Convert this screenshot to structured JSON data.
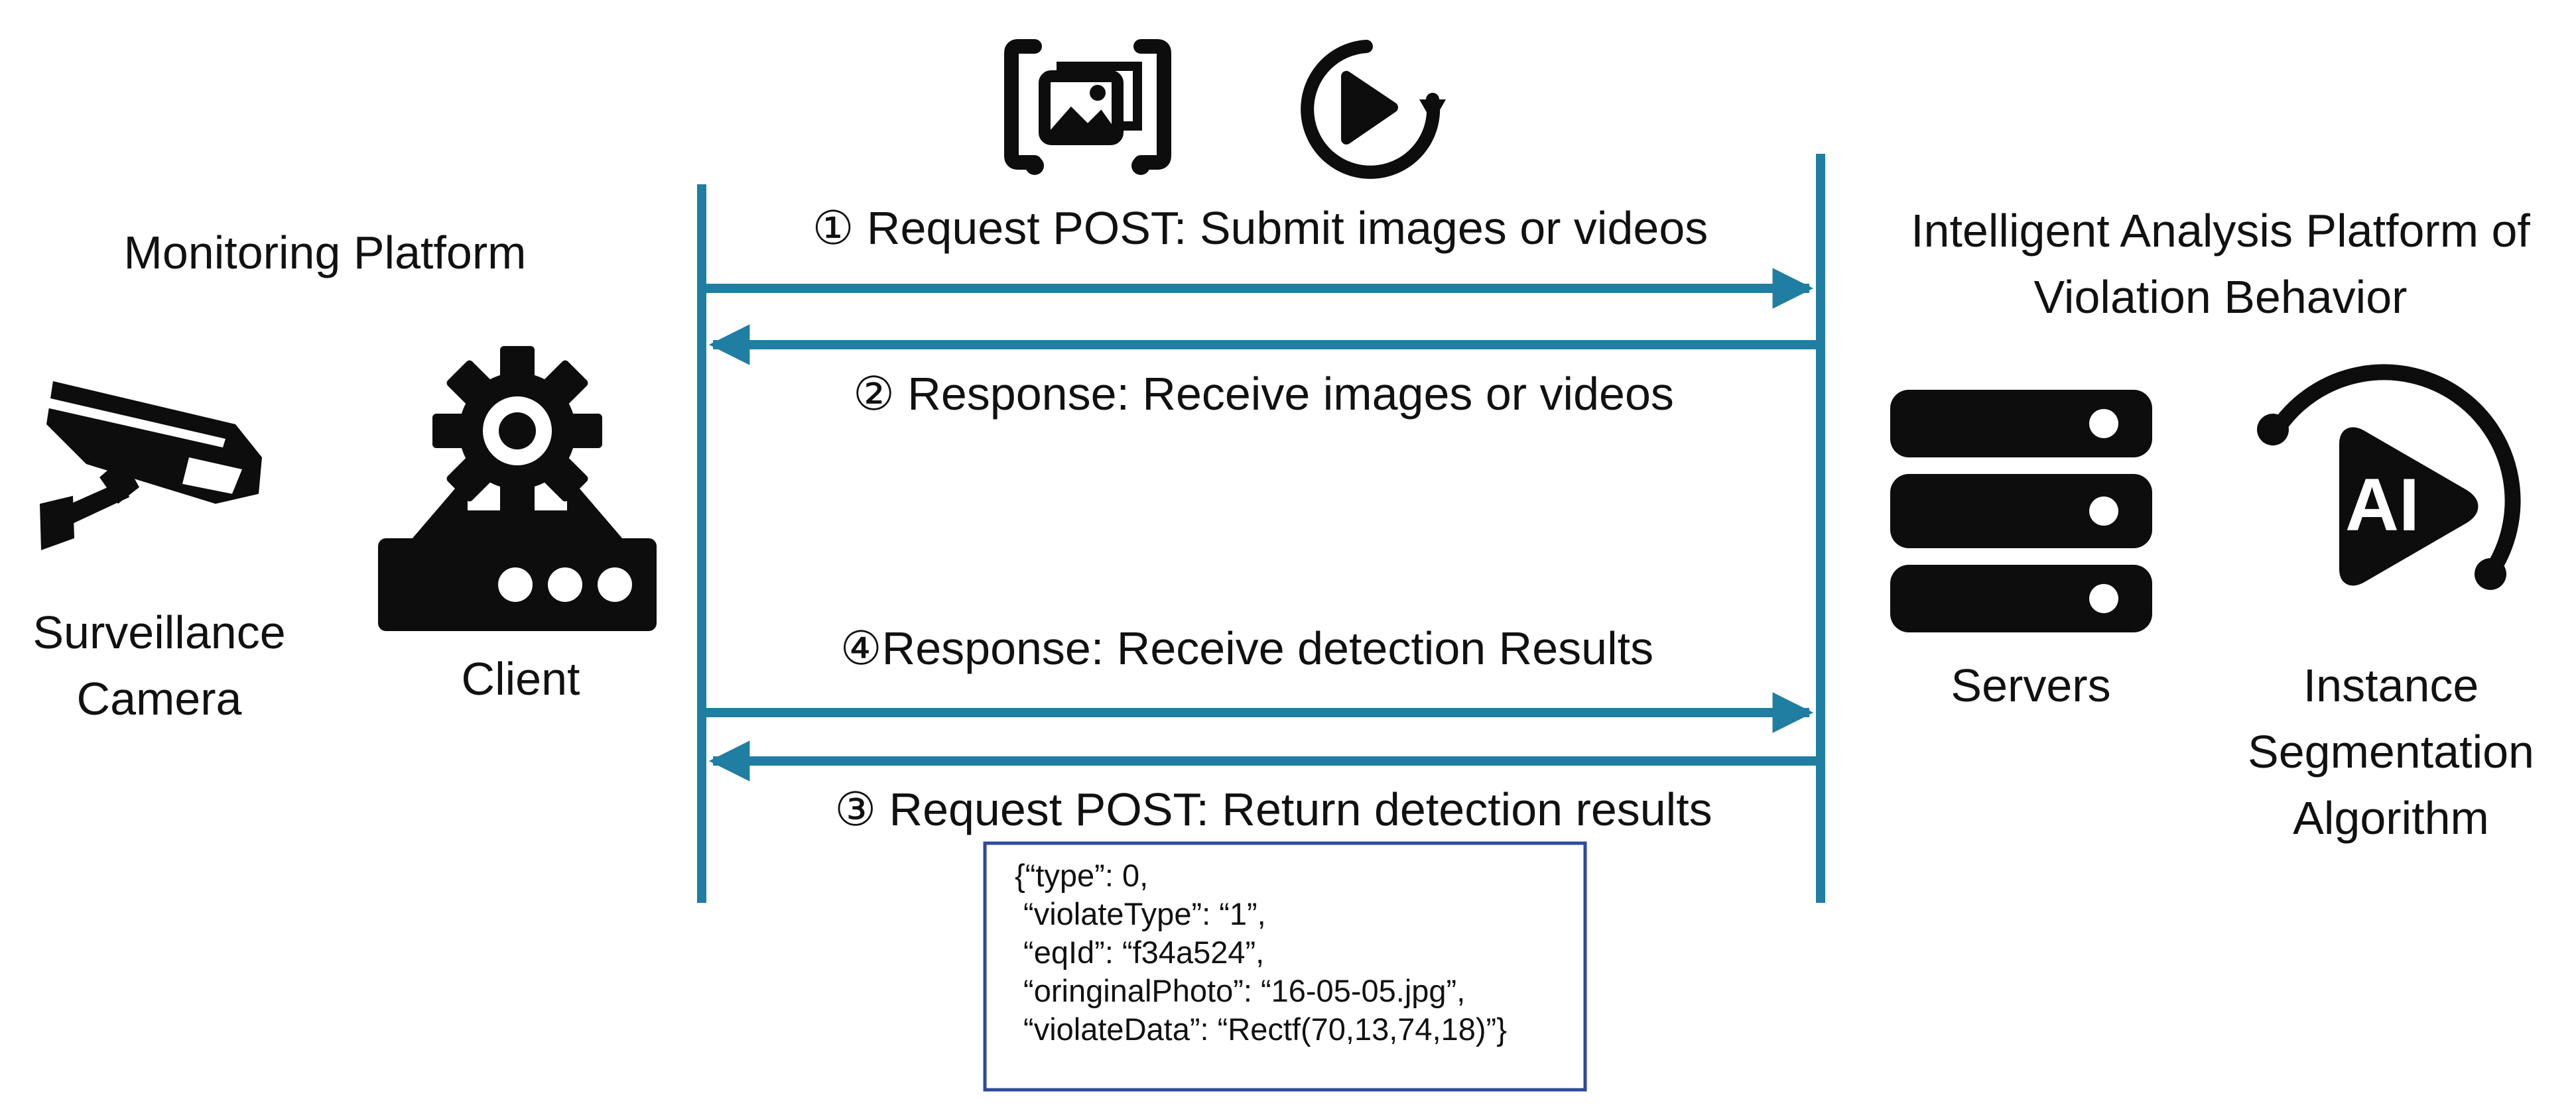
{
  "colors": {
    "accent": "#1f7ea1",
    "icon": "#0d0d0d",
    "box_border": "#2e4a9a",
    "text": "#111111"
  },
  "left": {
    "group_title": "Monitoring Platform",
    "camera": {
      "icon": "surveillance-camera-icon",
      "label_lines": [
        "Surveillance",
        "Camera"
      ]
    },
    "client": {
      "icon": "client-device-gear-icon",
      "label": "Client"
    }
  },
  "right": {
    "group_title_lines": [
      "Intelligent Analysis Platform of",
      "Violation Behavior"
    ],
    "servers": {
      "icon": "server-stack-icon",
      "label": "Servers"
    },
    "algorithm": {
      "icon": "ai-play-cycle-icon",
      "icon_text": "AI",
      "label_lines": [
        "Instance",
        "Segmentation",
        "Algorithm"
      ]
    }
  },
  "top_icons": [
    "image-gallery-icon",
    "play-replay-icon"
  ],
  "messages": [
    {
      "text": "① Request POST: Submit images or videos",
      "direction": "right"
    },
    {
      "text": "② Response: Receive images or videos",
      "direction": "left"
    },
    {
      "text": "④Response: Receive detection Results",
      "direction": "right"
    },
    {
      "text": "③ Request POST: Return detection results",
      "direction": "left"
    }
  ],
  "json_box": {
    "lines": [
      "{“type”: 0,",
      " “violateType”: “1”,",
      " “eqId”: “f34a524”,",
      " “oringinalPhoto”: “16-05-05.jpg”,",
      " “violateData”: “Rectf(70,13,74,18)”}"
    ]
  }
}
